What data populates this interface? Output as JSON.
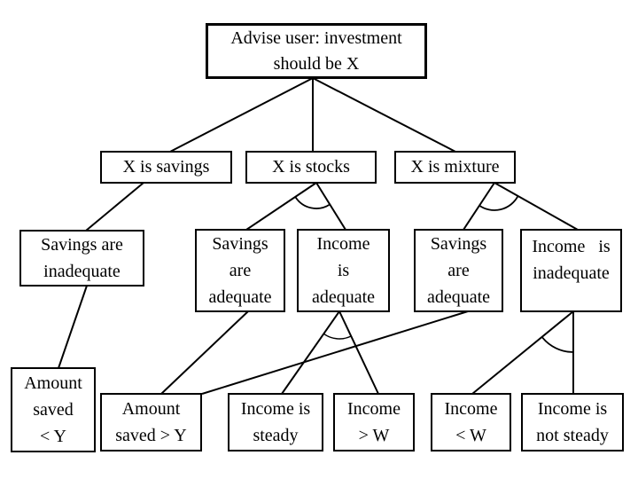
{
  "diagram": {
    "colors": {
      "background": "#ffffff",
      "line": "#000000",
      "box_border": "#000000",
      "text": "#000000"
    },
    "nodes": [
      {
        "id": "root",
        "label": "Advise user: investment\nshould be X"
      },
      {
        "id": "x-is-savings",
        "label": "X is savings"
      },
      {
        "id": "x-is-stocks",
        "label": "X is stocks"
      },
      {
        "id": "x-is-mixture",
        "label": "X is mixture"
      },
      {
        "id": "savings-are-inadequate",
        "label": "Savings are\ninadequate"
      },
      {
        "id": "savings-are-adequate-1",
        "label": "Savings\nare\nadequate"
      },
      {
        "id": "income-is-adequate",
        "label": "Income\nis\nadequate"
      },
      {
        "id": "savings-are-adequate-2",
        "label": "Savings\nare\nadequate"
      },
      {
        "id": "income-is-inadequate",
        "label": "Income   is\ninadequate"
      },
      {
        "id": "amount-saved-lt-y",
        "label": "Amount\nsaved\n< Y"
      },
      {
        "id": "amount-saved-gt-y",
        "label": "Amount\nsaved > Y"
      },
      {
        "id": "income-is-steady",
        "label": "Income is\nsteady"
      },
      {
        "id": "income-gt-w",
        "label": "Income\n> W"
      },
      {
        "id": "income-lt-w",
        "label": "Income\n< W"
      },
      {
        "id": "income-is-not-steady",
        "label": "Income is\nnot steady"
      }
    ]
  }
}
